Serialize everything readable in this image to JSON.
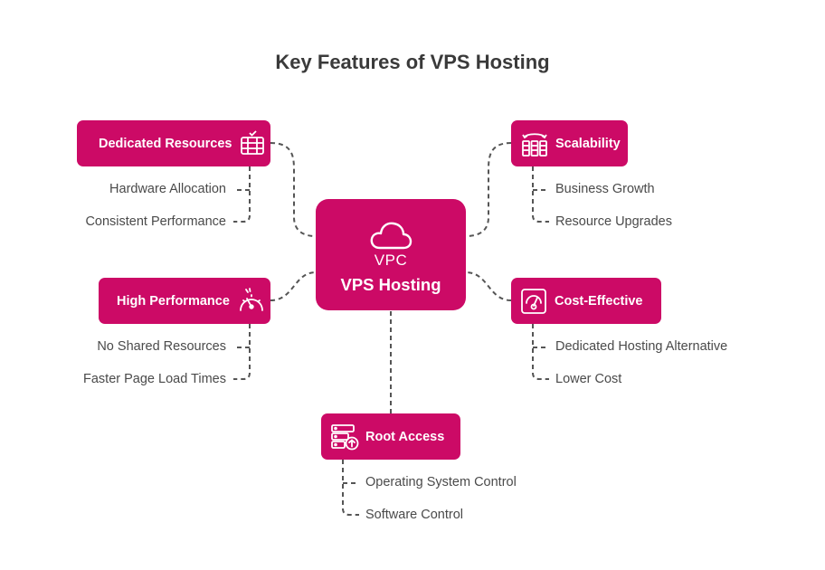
{
  "title": "Key Features of VPS Hosting",
  "colors": {
    "node": "#cc0a66",
    "connector": "#555555",
    "text": "#4a4a4a"
  },
  "center": {
    "icon": "cloud-icon",
    "icon_label": "VPC",
    "label": "VPS Hosting"
  },
  "features": {
    "dedicated": {
      "label": "Dedicated Resources",
      "icon": "server-rack-icon",
      "items": [
        "Hardware Allocation",
        "Consistent Performance"
      ]
    },
    "scalability": {
      "label": "Scalability",
      "icon": "scaling-icon",
      "items": [
        "Business Growth",
        "Resource Upgrades"
      ]
    },
    "performance": {
      "label": "High Performance",
      "icon": "speedometer-icon",
      "items": [
        "No Shared Resources",
        "Faster Page Load Times"
      ]
    },
    "cost": {
      "label": "Cost-Effective",
      "icon": "gauge-icon",
      "items": [
        "Dedicated Hosting Alternative",
        "Lower Cost"
      ]
    },
    "root": {
      "label": "Root Access",
      "icon": "server-upload-icon",
      "items": [
        "Operating System Control",
        "Software Control"
      ]
    }
  }
}
